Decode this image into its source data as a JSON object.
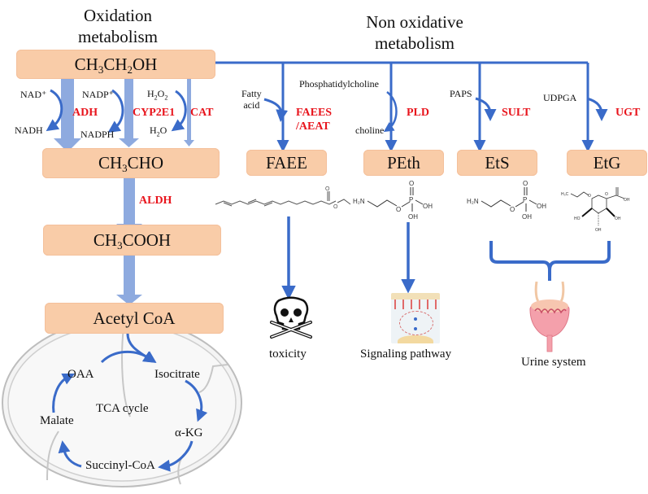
{
  "headings": {
    "oxidation": "Oxidation metabolism",
    "oxidation_line1": "Oxidation",
    "oxidation_line2": "metabolism",
    "non_oxidative_line1": "Non oxidative",
    "non_oxidative_line2": "metabolism"
  },
  "oxidation_boxes": {
    "ethanol": {
      "parts": [
        "CH",
        "3",
        "CH",
        "2",
        "OH"
      ]
    },
    "acetaldehyde": {
      "parts": [
        "CH",
        "3",
        "CHO"
      ]
    },
    "acetic_acid": {
      "parts": [
        "CH",
        "3",
        "COOH"
      ]
    },
    "acetyl_coa": "Acetyl CoA"
  },
  "oxidation_cofactors": {
    "adh_in": "NAD⁺",
    "adh_out": "NADH",
    "cyp_in": "NADP⁺",
    "cyp_out": "NADPH",
    "cat_in_h": "H",
    "cat_in_2a": "2",
    "cat_in_o": "O",
    "cat_in_2b": "2",
    "cat_out_h": "H",
    "cat_out_2": "2",
    "cat_out_o": "O"
  },
  "enzymes": {
    "adh": "ADH",
    "cyp2e1": "CYP2E1",
    "cat": "CAT",
    "aldh": "ALDH",
    "faees_line1": "FAEES",
    "faees_line2": "/AEAT",
    "pld": "PLD",
    "sult": "SULT",
    "ugt": "UGT"
  },
  "non_oxidative_cofactors": {
    "fatty_acid_line1": "Fatty",
    "fatty_acid_line2": "acid",
    "phosphatidylcholine": "Phosphatidylcholine",
    "choline": "choline",
    "paps": "PAPS",
    "udpga": "UDPGA"
  },
  "non_oxidative_products": [
    "FAEE",
    "PEth",
    "EtS",
    "EtG"
  ],
  "molecule_labels": {
    "h2n": "H₂N",
    "o": "O",
    "p": "P",
    "oh": "OH",
    "ho": "HO",
    "h3c": "H₃C"
  },
  "tca_cycle": {
    "center": "TCA cycle",
    "oaa": "OAA",
    "isocitrate": "Isocitrate",
    "akg": "α-KG",
    "succinyl_coa": "Succinyl-CoA",
    "malate": "Malate"
  },
  "outcomes": {
    "toxicity": "toxicity",
    "signaling": "Signaling pathway",
    "urine": "Urine system"
  },
  "colors": {
    "box_fill": "#f9cca8",
    "enzyme_red": "#e8141c",
    "arrow_blue": "#3a6bc9",
    "thick_arrow_blue": "#8eaadf"
  }
}
